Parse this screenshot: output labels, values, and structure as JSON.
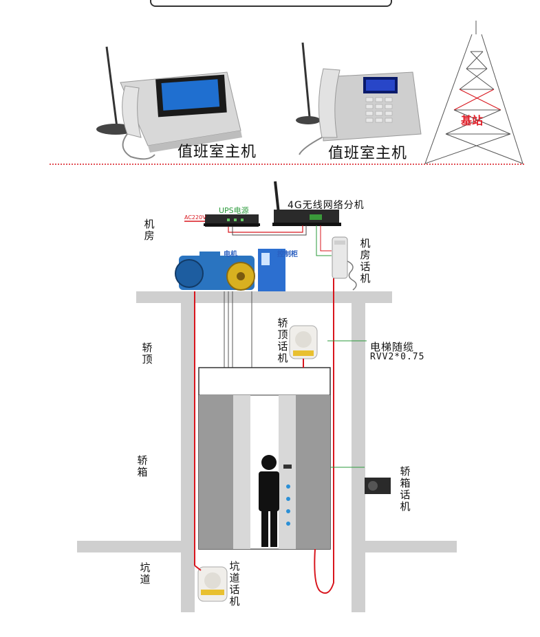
{
  "top": {
    "duty_host_1": "值班室主机",
    "duty_host_2": "值班室主机",
    "base_station": "基站"
  },
  "machine_room": {
    "zone_label": "机房",
    "ups_label": "UPS电源",
    "ac_label": "AC220V",
    "network_unit_label": "4G无线网络分机",
    "motor_label": "电机",
    "control_cabinet_label": "控制柜",
    "phone_label": "机房话机"
  },
  "shaft": {
    "car_top_zone_label": "轿顶",
    "car_top_phone_label": "轿顶话机",
    "cable_label": "电梯随缆",
    "cable_spec": "RVV2*0.75",
    "car_zone_label": "轿箱",
    "car_phone_label": "轿箱话机",
    "pit_zone_label": "坑道",
    "pit_phone_label": "坑道话机"
  },
  "colors": {
    "wire_red": "#d8141c",
    "wire_green": "#2a9a3a",
    "wall_gray": "#cfcfcf",
    "car_dark_gray": "#9a9a9a",
    "button_blue": "#2b8fd6",
    "label_red": "#e0202a"
  }
}
